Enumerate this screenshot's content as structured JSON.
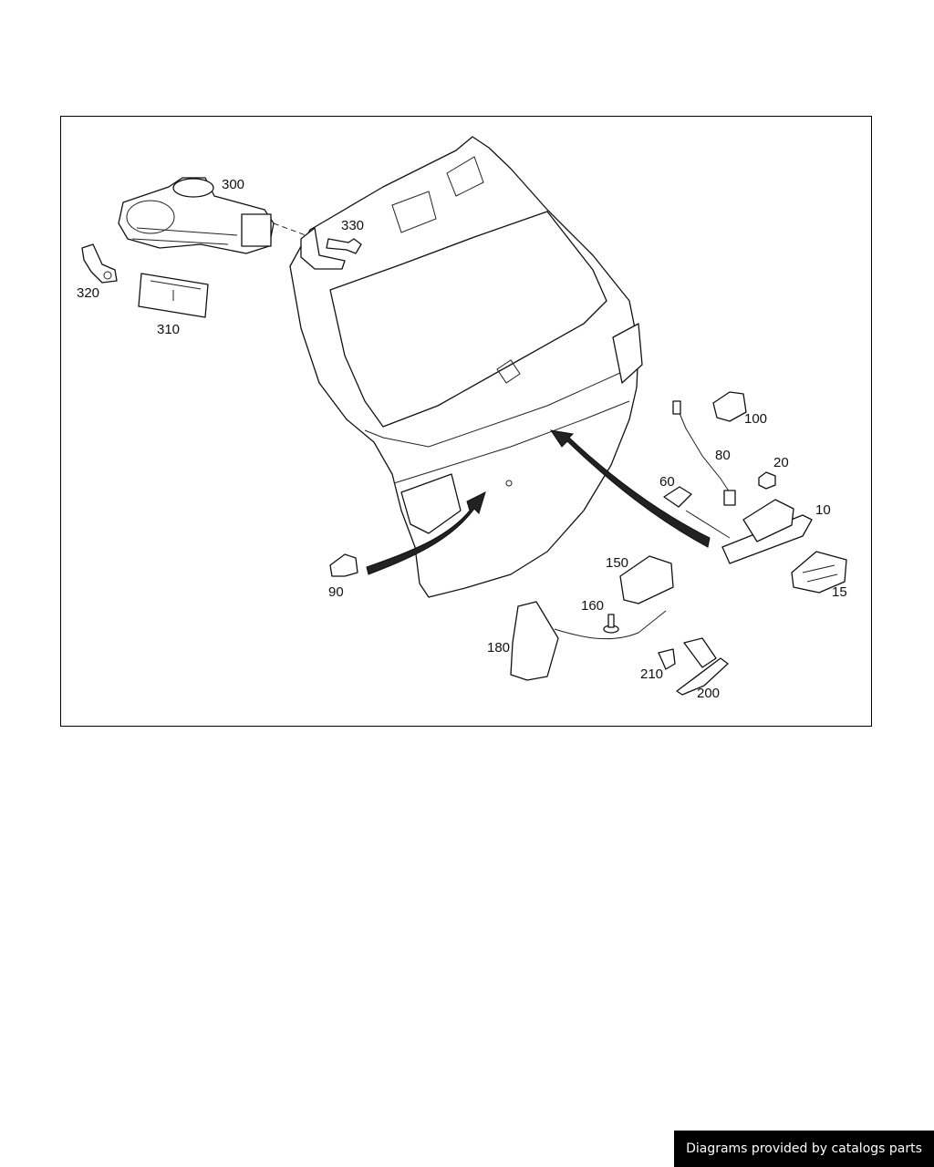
{
  "parts": [
    {
      "id": "p10",
      "label": "10"
    },
    {
      "id": "p15",
      "label": "15"
    },
    {
      "id": "p20",
      "label": "20"
    },
    {
      "id": "p60",
      "label": "60"
    },
    {
      "id": "p80",
      "label": "80"
    },
    {
      "id": "p90",
      "label": "90"
    },
    {
      "id": "p100",
      "label": "100"
    },
    {
      "id": "p150",
      "label": "150"
    },
    {
      "id": "p160",
      "label": "160"
    },
    {
      "id": "p180",
      "label": "180"
    },
    {
      "id": "p200",
      "label": "200"
    },
    {
      "id": "p210",
      "label": "210"
    },
    {
      "id": "p300",
      "label": "300"
    },
    {
      "id": "p310",
      "label": "310"
    },
    {
      "id": "p320",
      "label": "320"
    },
    {
      "id": "p330",
      "label": "330"
    }
  ],
  "credit": "Diagrams provided by catalogs parts"
}
